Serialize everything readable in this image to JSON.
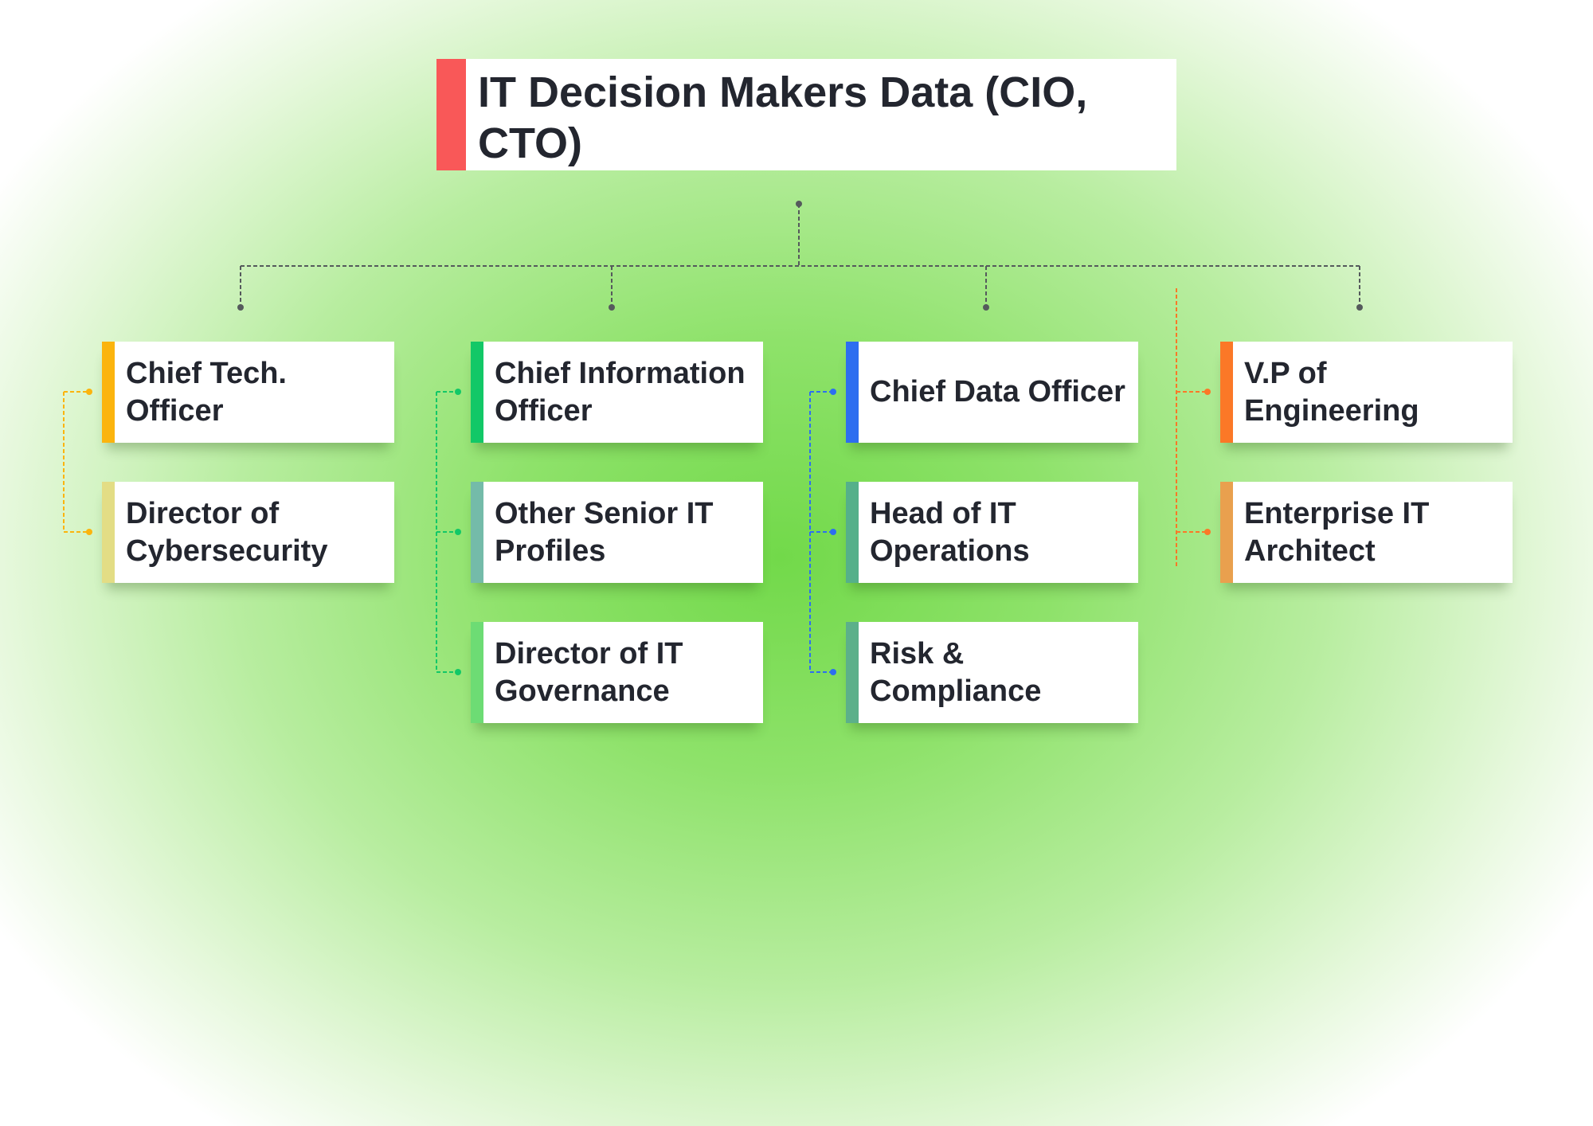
{
  "title": {
    "text": "IT Decision Makers Data (CIO, CTO)",
    "accent": "#f95858"
  },
  "columns": [
    {
      "color": "#fbb40e",
      "items": [
        {
          "label": "Chief Tech. Officer",
          "color": "#fbb40e"
        },
        {
          "label": "Director of Cybersecurity",
          "color": "#e3dd85"
        }
      ]
    },
    {
      "color": "#12c867",
      "items": [
        {
          "label": "Chief Information Officer",
          "color": "#12c867"
        },
        {
          "label": "Other Senior IT Profiles",
          "color": "#74bba9"
        },
        {
          "label": "Director of IT Governance",
          "color": "#6ddc74"
        }
      ]
    },
    {
      "color": "#2d6ef0",
      "items": [
        {
          "label": "Chief Data Officer",
          "color": "#2d6ef0"
        },
        {
          "label": "Head of IT Operations",
          "color": "#55b08a"
        },
        {
          "label": "Risk & Compliance",
          "color": "#5cb08a"
        }
      ]
    },
    {
      "color": "#fb7827",
      "items": [
        {
          "label": "V.P of Engineering",
          "color": "#fb7827"
        },
        {
          "label": "Enterprise IT Architect",
          "color": "#e9a04e"
        }
      ]
    }
  ]
}
